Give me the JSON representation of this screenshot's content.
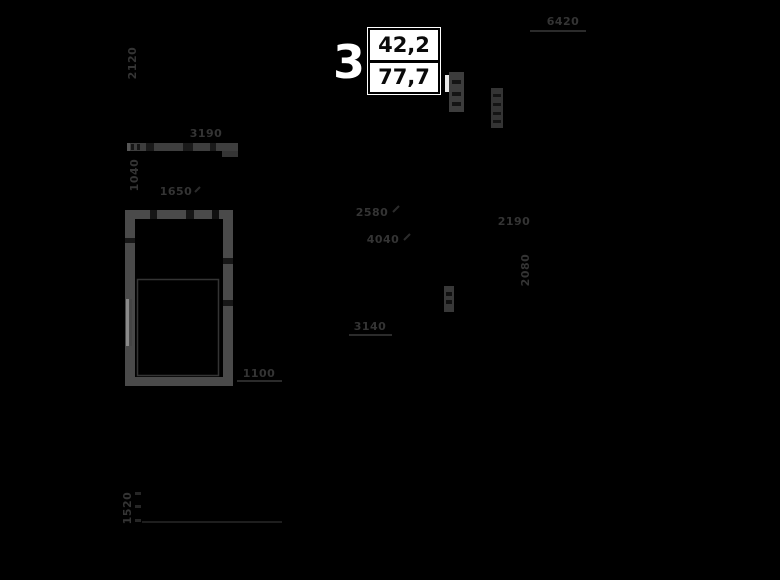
{
  "plan": {
    "unit_number": "3",
    "living_area": "42,2",
    "total_area": "77,7",
    "dimensions": {
      "top_width": "6420",
      "upper_room_width": "3190",
      "upper_left_height": "2120",
      "mid_left_height": "1040",
      "mid_width": "1650",
      "hall_width": "2580",
      "living_width": "4040",
      "kitchen_width": "2190",
      "right_height": "2080",
      "lower_width": "3140",
      "balcony_width": "1100",
      "lower_left_height": "1520"
    },
    "colors": {
      "background": "#000000",
      "wall": "#4a4a4a",
      "dim_text": "#343434",
      "area_box": "#ffffff"
    }
  }
}
